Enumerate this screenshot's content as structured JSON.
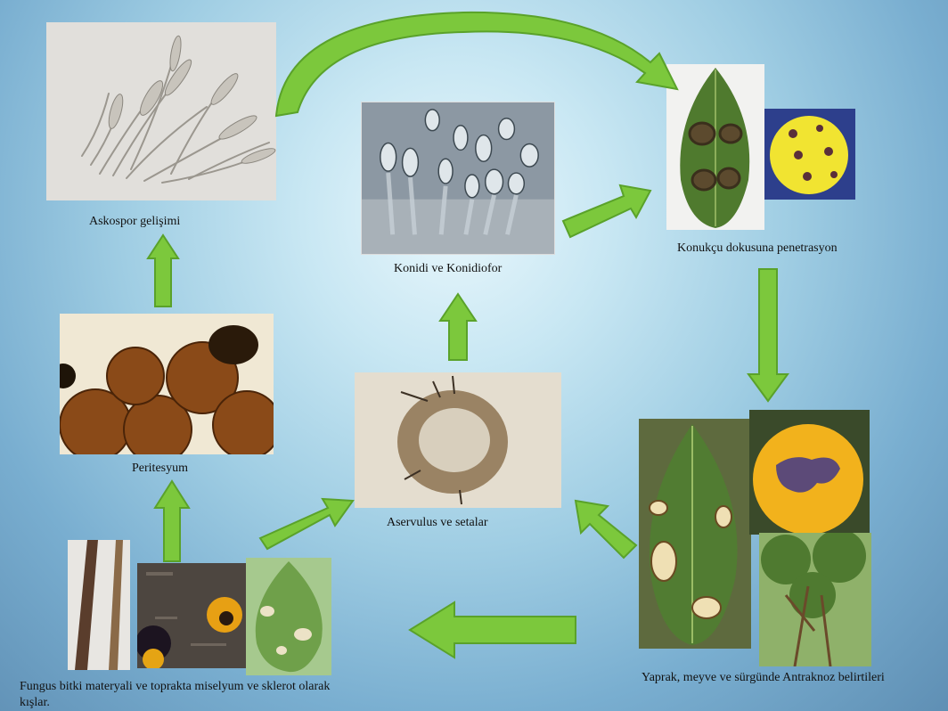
{
  "labels": {
    "askospor": "Askospor gelişimi",
    "konidi": "Konidi ve Konidiofor",
    "konukcu": "Konukçu dokusuna penetrasyon",
    "peritesyum": "Peritesyum",
    "aservulus": "Aservulus ve setalar",
    "yaprak": "Yaprak, meyve ve sürgünde Antraknoz belirtileri",
    "fungus": "Fungus bitki materyali ve toprakta miselyum ve sklerot olarak kışlar."
  },
  "colors": {
    "arrow": "#7cc83c",
    "arrow_dark": "#5aa22a"
  }
}
